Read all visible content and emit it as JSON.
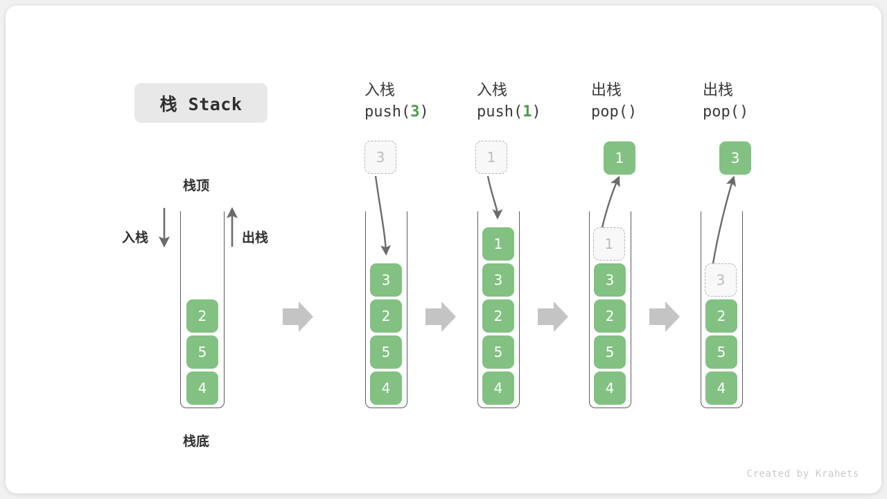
{
  "canvas": {
    "background": "#f0f0f0",
    "card_background": "#ffffff"
  },
  "colors": {
    "cell_fill": "#82c182",
    "cell_text": "#ffffff",
    "ghost_fill": "#f8f8f8",
    "ghost_border": "#b4b4b4",
    "ghost_text": "#bcbcbc",
    "arrow": "#6b6b6b",
    "step_arrow": "#c4c4c4",
    "accent_green": "#4a9d4a",
    "title_chip_bg": "#e8e8e8",
    "text": "#2f2f2f"
  },
  "title": {
    "label": "栈 Stack"
  },
  "legend": {
    "top_label": "栈顶",
    "bottom_label": "栈底",
    "push_label": "入栈",
    "pop_label": "出栈"
  },
  "steps": [
    {
      "id": "initial",
      "head_line1": "",
      "head_line2": "",
      "stack": [
        "2",
        "5",
        "4"
      ],
      "ghost_in_stack": null,
      "incoming": null,
      "outgoing": null
    },
    {
      "id": "push-3",
      "head_line1": "入栈",
      "head_op": "push(",
      "head_arg": "3",
      "head_close": ")",
      "stack": [
        "3",
        "2",
        "5",
        "4"
      ],
      "ghost_in_stack": null,
      "incoming": "3",
      "outgoing": null
    },
    {
      "id": "push-1",
      "head_line1": "入栈",
      "head_op": "push(",
      "head_arg": "1",
      "head_close": ")",
      "stack": [
        "1",
        "3",
        "2",
        "5",
        "4"
      ],
      "ghost_in_stack": null,
      "incoming": "1",
      "outgoing": null
    },
    {
      "id": "pop-1",
      "head_line1": "出栈",
      "head_op": "pop(",
      "head_arg": "",
      "head_close": ")",
      "stack": [
        "3",
        "2",
        "5",
        "4"
      ],
      "ghost_in_stack": "1",
      "incoming": null,
      "outgoing": "1"
    },
    {
      "id": "pop-3",
      "head_line1": "出栈",
      "head_op": "pop(",
      "head_arg": "",
      "head_close": ")",
      "stack": [
        "2",
        "5",
        "4"
      ],
      "ghost_in_stack": "3",
      "incoming": null,
      "outgoing": "3"
    }
  ],
  "step_arrows": [
    {
      "name": "step-arrow-1"
    },
    {
      "name": "step-arrow-2"
    },
    {
      "name": "step-arrow-3"
    },
    {
      "name": "step-arrow-4"
    }
  ],
  "footer": {
    "credit": "Created by Krahets"
  },
  "chart_data": {
    "type": "diagram",
    "title": "栈 Stack",
    "description": "Stack push/pop operation sequence",
    "columns": [
      {
        "label": "",
        "contents_top_to_bottom": [
          "2",
          "5",
          "4"
        ]
      },
      {
        "label": "入栈 push(3)",
        "contents_top_to_bottom": [
          "3",
          "2",
          "5",
          "4"
        ],
        "pushed": "3"
      },
      {
        "label": "入栈 push(1)",
        "contents_top_to_bottom": [
          "1",
          "3",
          "2",
          "5",
          "4"
        ],
        "pushed": "1"
      },
      {
        "label": "出栈 pop()",
        "contents_top_to_bottom": [
          "3",
          "2",
          "5",
          "4"
        ],
        "popped": "1"
      },
      {
        "label": "出栈 pop()",
        "contents_top_to_bottom": [
          "2",
          "5",
          "4"
        ],
        "popped": "3"
      }
    ]
  }
}
